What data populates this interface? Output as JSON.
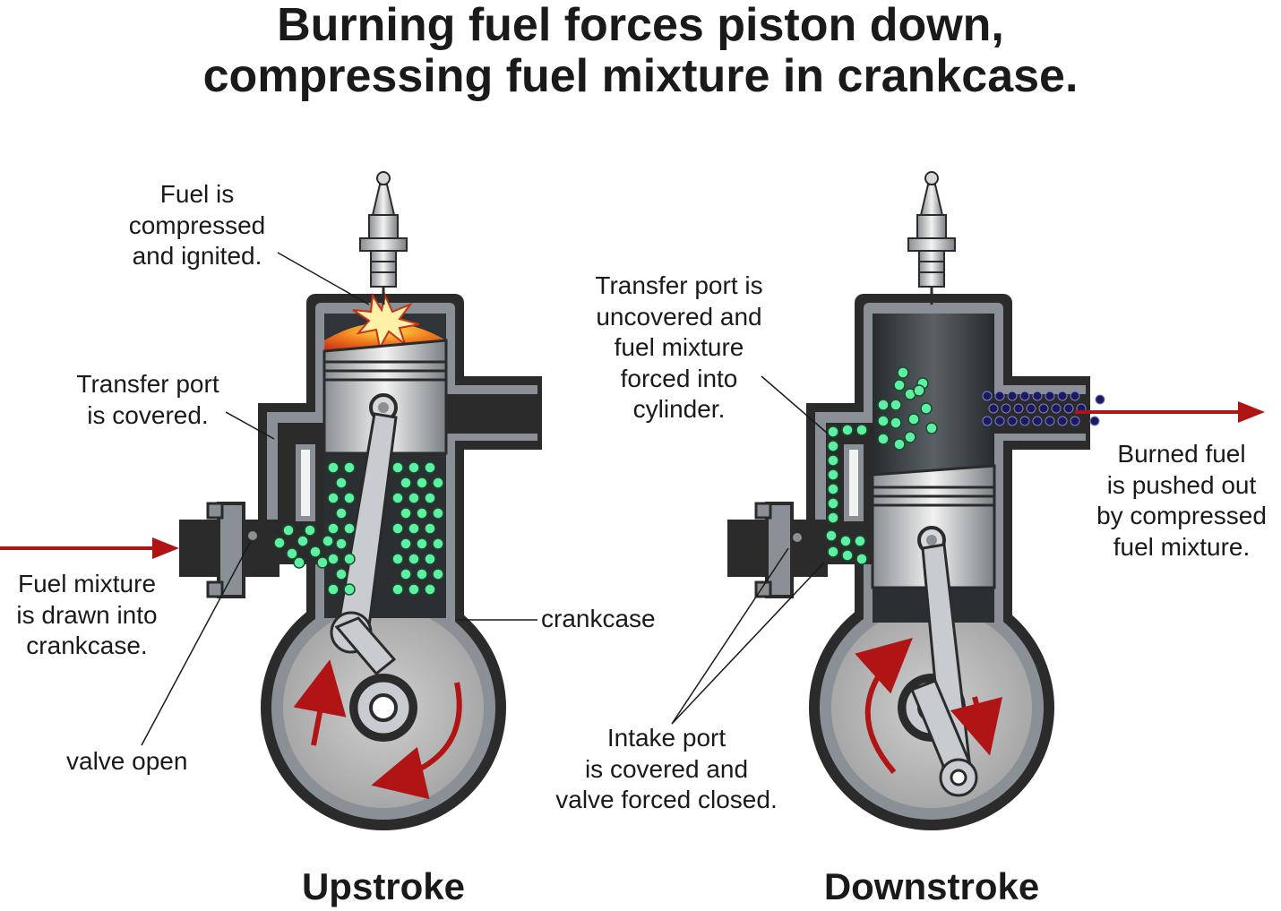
{
  "title": {
    "line1": "Burning fuel forces piston down,",
    "line2": "compressing fuel mixture in crankcase."
  },
  "upstroke": {
    "heading": "Upstroke",
    "labels": {
      "ignition": [
        "Fuel is",
        "compressed",
        "and ignited."
      ],
      "transfer_covered": [
        "Transfer port",
        "is covered."
      ],
      "fuel_drawn": [
        "Fuel mixture",
        "is drawn into",
        "crankcase."
      ],
      "valve_open": "valve open",
      "crankcase": "crankcase"
    }
  },
  "downstroke": {
    "heading": "Downstroke",
    "labels": {
      "transfer_uncovered": [
        "Transfer port is",
        "uncovered and",
        "fuel mixture",
        "forced into",
        "cylinder."
      ],
      "burned_fuel": [
        "Burned fuel",
        "is pushed out",
        "by compressed",
        "fuel mixture."
      ],
      "intake_covered": [
        "Intake port",
        "is covered and",
        "valve forced closed."
      ]
    }
  },
  "colors": {
    "engine_dark": "#2b2b2b",
    "engine_wall": "#8a9095",
    "fuel_green": "#5df0a0",
    "arrow_red": "#b01414",
    "exhaust_navy": "#1a1a60",
    "flame_orange": "#e8521a"
  },
  "icons": [
    "spark-plug-icon",
    "ignition-flash-icon",
    "rotation-arrow-icon",
    "flow-arrow-icon"
  ]
}
